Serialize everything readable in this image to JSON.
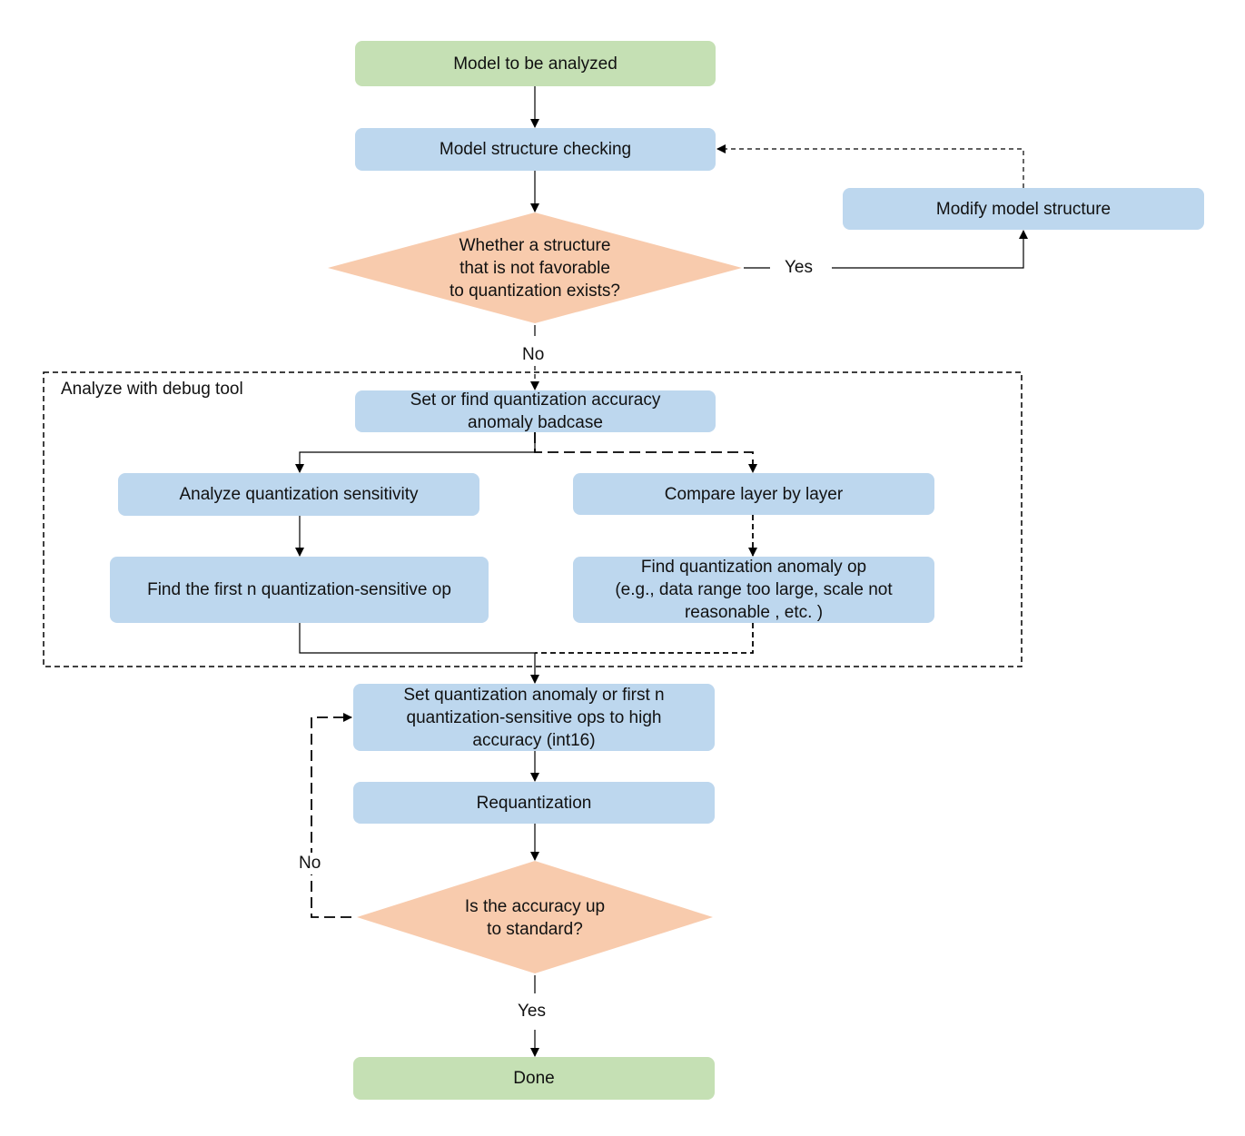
{
  "nodes": {
    "start": "Model to be analyzed",
    "check_structure": "Model structure checking",
    "modify_structure": "Modify model structure",
    "decision_structure": "Whether a structure\nthat is not favorable\nto quantization exists?",
    "set_badcase": "Set or find quantization accuracy\nanomaly badcase",
    "analyze_sensitivity": "Analyze quantization sensitivity",
    "compare_layers": "Compare layer by layer",
    "find_sensitive_ops": "Find the first n  quantization-sensitive op",
    "find_anomaly_op": "Find quantization anomaly op\n(e.g., data range too large, scale not\nreasonable , etc. )",
    "set_high_accuracy": "Set quantization anomaly or first n\nquantization-sensitive ops to high\naccuracy (int16)",
    "requantization": "Requantization",
    "decision_accuracy": "Is the accuracy up\nto standard?",
    "done": "Done"
  },
  "edge_labels": {
    "structure_yes": "Yes",
    "structure_no": "No",
    "accuracy_no": "No",
    "accuracy_yes": "Yes"
  },
  "group": {
    "title": "Analyze with debug tool"
  },
  "colors": {
    "process": "#bdd7ee",
    "terminal": "#c5e0b4",
    "decision": "#f8cbad",
    "line": "#000000"
  }
}
